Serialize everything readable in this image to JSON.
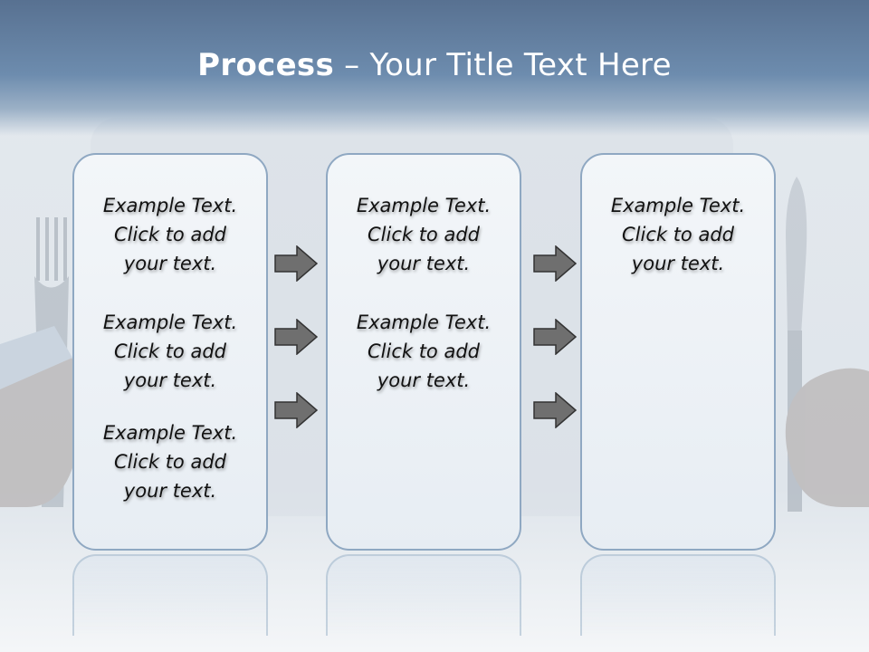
{
  "slide": {
    "title_bold": "Process",
    "title_rest": " – Your Title Text Here"
  },
  "columns": [
    {
      "blocks": [
        [
          "Example Text.",
          "Click  to add",
          "your text."
        ],
        [
          "Example Text.",
          "Click  to add",
          "your text."
        ],
        [
          "Example Text.",
          "Click  to add",
          "your text."
        ]
      ]
    },
    {
      "blocks": [
        [
          "Example Text.",
          "Click  to add",
          "your text."
        ],
        [
          "Example Text.",
          "Click  to add",
          "your text."
        ]
      ]
    },
    {
      "blocks": [
        [
          "Example Text.",
          "Click  to add",
          "your text."
        ]
      ]
    }
  ],
  "arrow_icon": "right-arrow-icon",
  "colors": {
    "title_band": "#587191",
    "panel_border": "#8fa8c2",
    "arrow_fill": "#6f6f6f"
  }
}
